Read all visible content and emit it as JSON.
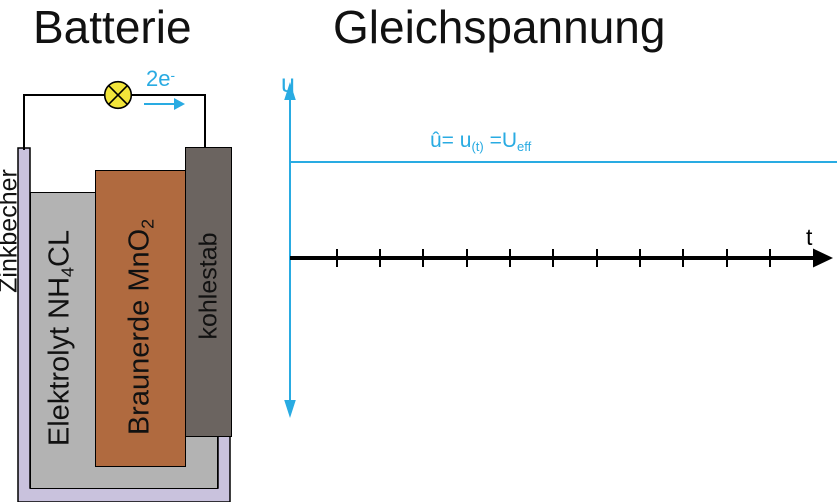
{
  "titles": {
    "battery": "Batterie",
    "dc_voltage": "Gleichspannung"
  },
  "battery": {
    "zinkbecher": "Zinkbecher",
    "elektrolyt_main": "Elektrolyt NH",
    "elektrolyt_sub": "4",
    "elektrolyt_end": "CL",
    "braunerde_main": "Braunerde MnO",
    "braunerde_sub": "2",
    "kohlestab": "kohlestab",
    "electron_main": "2e",
    "electron_sup": "-"
  },
  "graph": {
    "u_axis_label": "u",
    "t_axis_label": "t",
    "uhat_part1": "û= u",
    "uhat_sub1": "(t)",
    "uhat_part2": " =U",
    "uhat_sub2": "eff"
  },
  "colors": {
    "accent_cyan": "#29abe2",
    "zinc_cup": "#c9c2dd",
    "electrolyte_gray": "#b3b3b3",
    "braunerde_brown": "#b06a3f",
    "carbon_gray": "#6b6460",
    "lamp_yellow": "#f2e53a"
  }
}
